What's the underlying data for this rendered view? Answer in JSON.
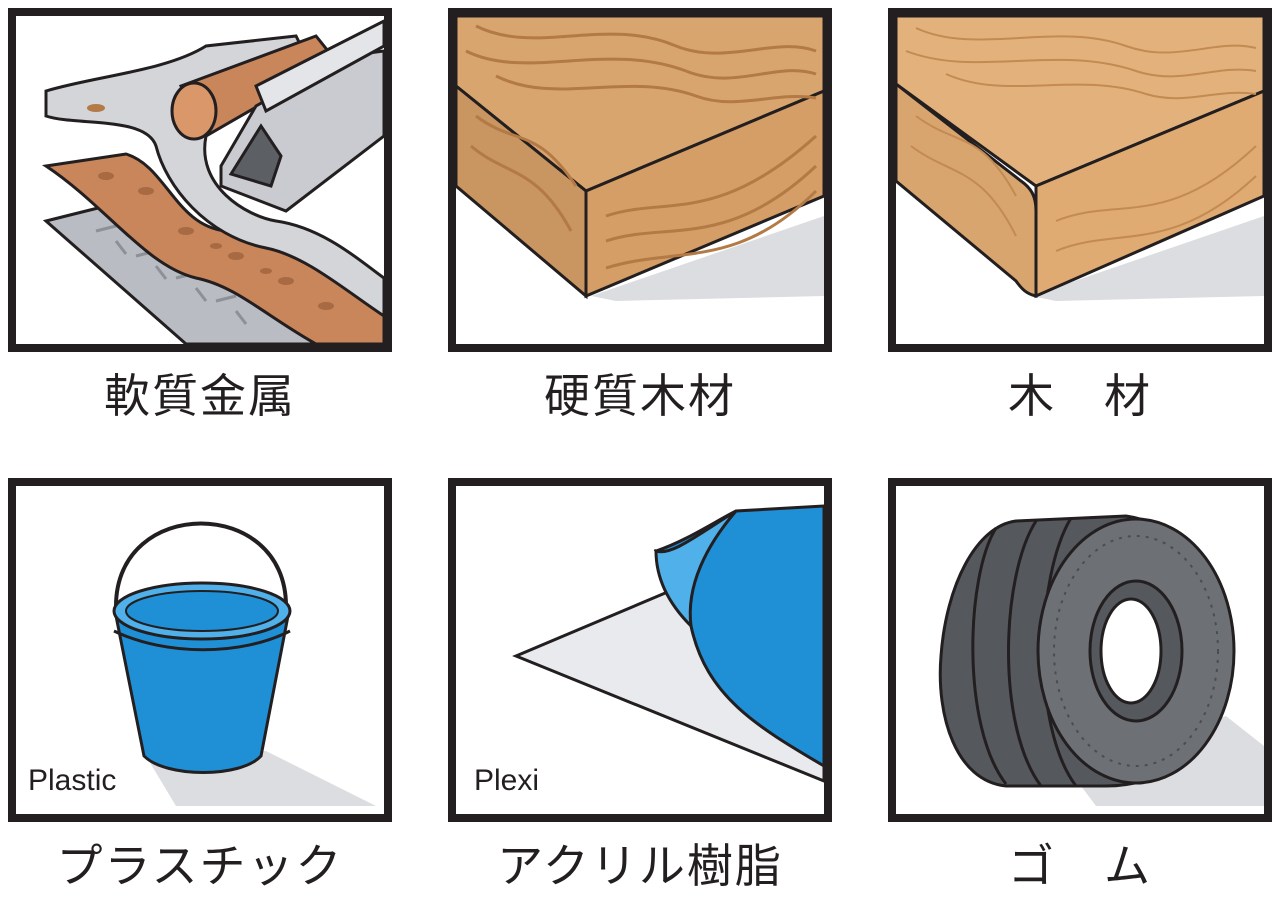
{
  "materials": [
    {
      "caption": "軟質金属",
      "icon": "soft-metal-icon"
    },
    {
      "caption": "硬質木材",
      "icon": "hardwood-icon"
    },
    {
      "caption": "木　材",
      "icon": "wood-icon"
    },
    {
      "caption": "プラスチック",
      "icon": "plastic-bucket-icon",
      "label": "Plastic"
    },
    {
      "caption": "アクリル樹脂",
      "icon": "acrylic-sheet-icon",
      "label": "Plexi"
    },
    {
      "caption": "ゴ　ム",
      "icon": "rubber-tire-icon"
    }
  ],
  "colors": {
    "border": "#231f20",
    "wood": "#d9a56f",
    "wood_grain": "#b37a45",
    "metal": "#c9cbd0",
    "copper": "#c9865a",
    "plastic_blue": "#1f8fd6",
    "rubber": "#55585c",
    "shadow": "#dcdde0"
  }
}
